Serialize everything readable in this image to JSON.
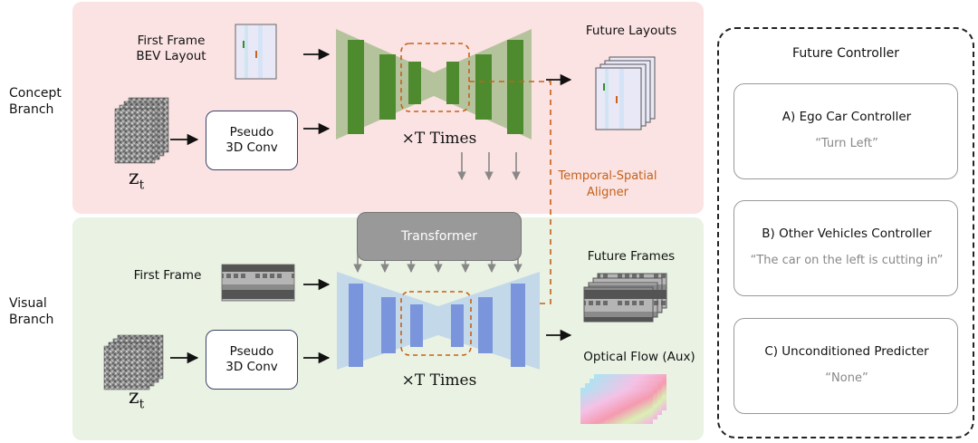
{
  "concept_branch": {
    "label": "Concept\nBranch",
    "first_frame_label": "First Frame\nBEV Layout",
    "pseudo_conv": "Pseudo\n3D Conv",
    "noise_label": "z",
    "noise_subscript": "t",
    "times_label": "×T Times",
    "output_label": "Future Layouts"
  },
  "visual_branch": {
    "label": "Visual\nBranch",
    "first_frame_label": "First Frame",
    "pseudo_conv": "Pseudo\n3D Conv",
    "noise_label": "z",
    "noise_subscript": "t",
    "times_label": "×T Times",
    "output_frames_label": "Future Frames",
    "output_flow_label": "Optical Flow (Aux)"
  },
  "transformer_label": "Transformer",
  "aligner_label": "Temporal-Spatial\nAligner",
  "future_controller": {
    "title": "Future Controller",
    "controllers": [
      {
        "title": "A)  Ego Car Controller",
        "condition": "“Turn Left”"
      },
      {
        "title": "B) Other Vehicles Controller",
        "condition": "“The car on the left is cutting in”"
      },
      {
        "title": "C) Unconditioned Predicter",
        "condition": "“None”"
      }
    ]
  },
  "colors": {
    "concept_panel": "#fbe3e3",
    "visual_panel": "#e9f2e3",
    "concept_unet": "#b5c39d",
    "concept_block": "#4e8a2e",
    "visual_unet": "#c3d9ea",
    "visual_block": "#7a95dc",
    "aligner": "#c5611a",
    "transformer": "#999999"
  }
}
